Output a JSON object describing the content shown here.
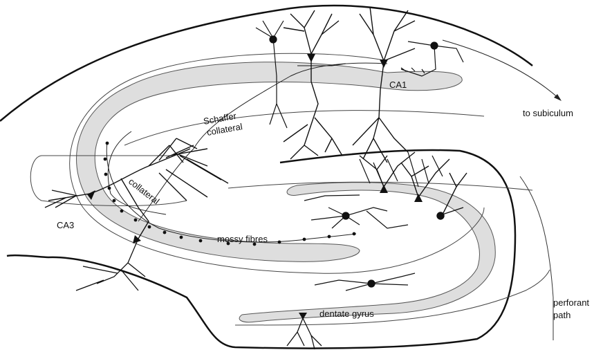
{
  "labels": {
    "ca1": "CA1",
    "ca3": "CA3",
    "to_subiculum": "to subiculum",
    "schaffer_line1": "Schaffer",
    "schaffer_line2": "collateral",
    "collateral": "collateral",
    "mossy_fibres": "mossy fibres",
    "dentate_gyrus": "dentate gyrus",
    "perforant_line1": "perforant",
    "perforant_line2": "path"
  },
  "colors": {
    "ink": "#111111",
    "layer_fill": "#dedede",
    "background": "#ffffff"
  }
}
